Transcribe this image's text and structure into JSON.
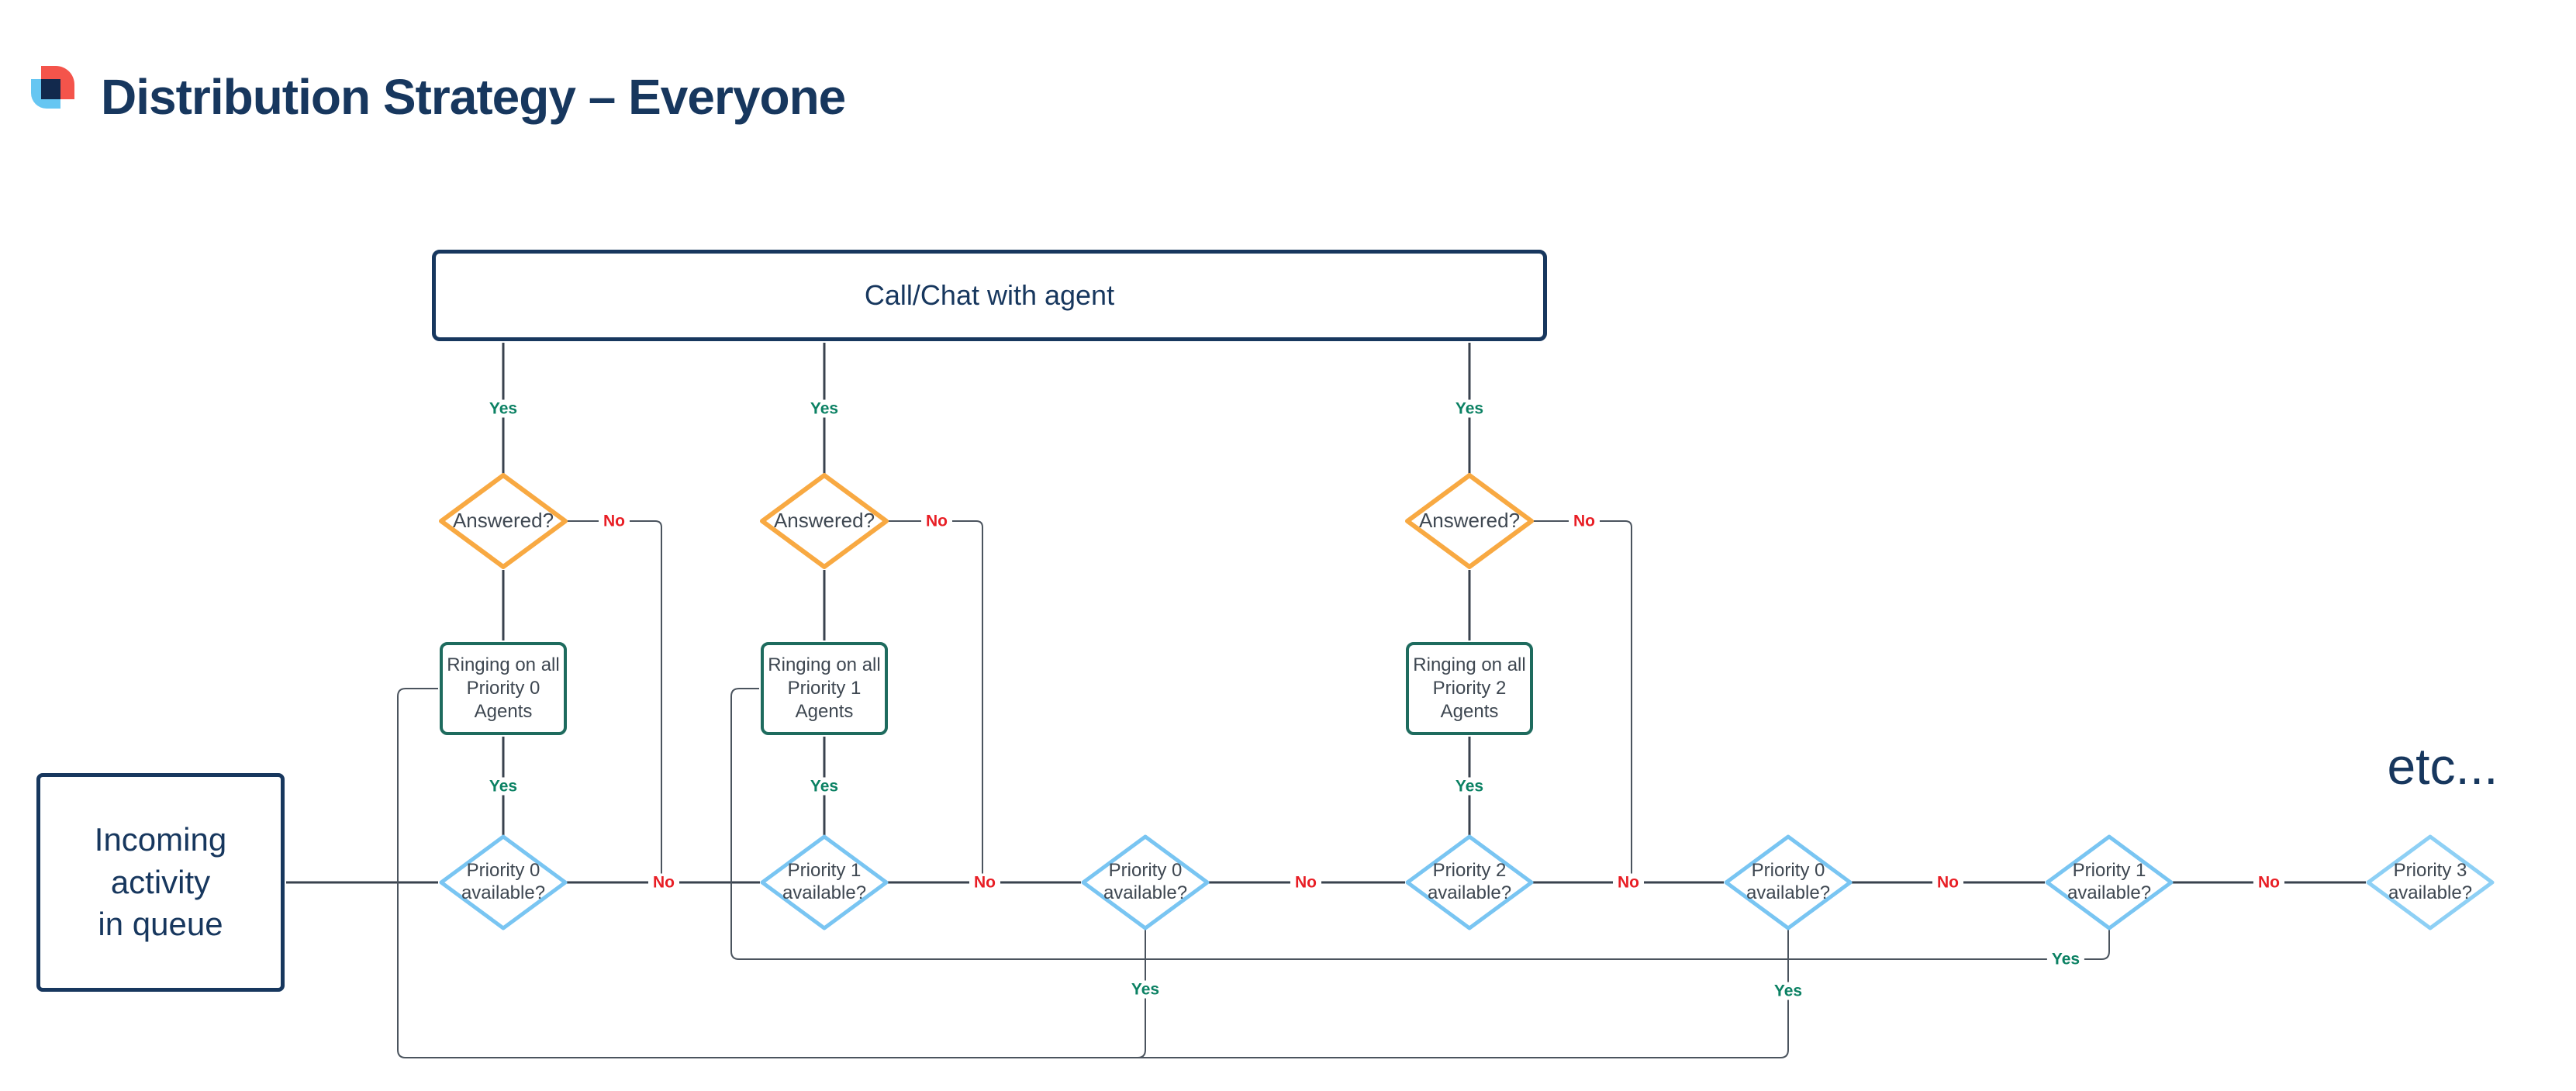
{
  "header": {
    "title": "Distribution Strategy – Everyone"
  },
  "nodes": {
    "call_chat": {
      "label": "Call/Chat with agent"
    },
    "incoming": {
      "label": "Incoming\nactivity\nin queue"
    },
    "answered_label": "Answered?",
    "ringing": [
      {
        "label": "Ringing on all\nPriority 0\nAgents"
      },
      {
        "label": "Ringing on all\nPriority 1\nAgents"
      },
      {
        "label": "Ringing on all\nPriority 2\nAgents"
      }
    ],
    "priority_checks": [
      {
        "label": "Priority 0\navailable?"
      },
      {
        "label": "Priority 1\navailable?"
      },
      {
        "label": "Priority 0\navailable?"
      },
      {
        "label": "Priority 2\navailable?"
      },
      {
        "label": "Priority 0\navailable?"
      },
      {
        "label": "Priority 1\navailable?"
      },
      {
        "label": "Priority 3\navailable?"
      }
    ],
    "etc_label": "etc..."
  },
  "edge_labels": {
    "yes": "Yes",
    "no": "No"
  },
  "colors": {
    "title_navy": "#17375E",
    "decision_orange": "#F8A942",
    "decision_blue": "#79C5F2",
    "process_teal": "#1E6B5E",
    "yes_green": "#0B8163",
    "no_red": "#E81E25",
    "connector": "#39424E",
    "logo_red": "#F4544B",
    "logo_blue": "#66C6F2",
    "logo_core": "#12294D"
  }
}
